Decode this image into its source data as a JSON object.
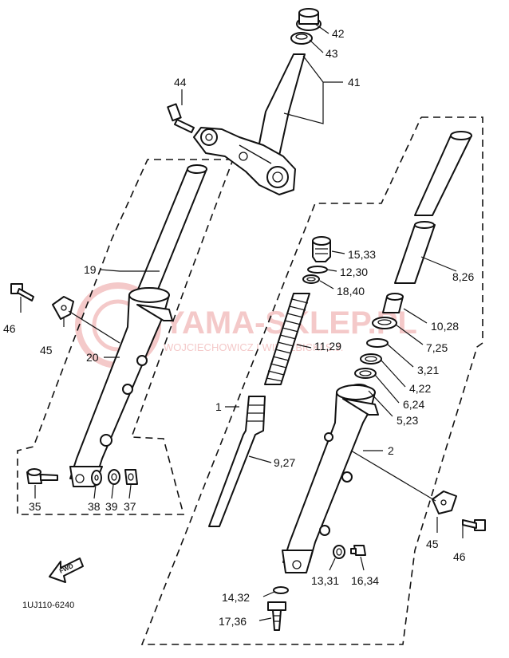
{
  "watermark": {
    "brand": "YAMA-SKLEP.PL",
    "sub": "WOJCIECHOWICZ I WIERZBICKI S.J."
  },
  "diagram_code": "1UJ110-6240",
  "fwd_label": "FWD",
  "callouts": {
    "c42": "42",
    "c43": "43",
    "c41": "41",
    "c44": "44",
    "c19": "19",
    "c20": "20",
    "c45L": "45",
    "c46L": "46",
    "c35": "35",
    "c38": "38",
    "c39": "39",
    "c37": "37",
    "c15": "15,33",
    "c12": "12,30",
    "c18": "18,40",
    "c11": "11,29",
    "c1": "1",
    "c9": "9,27",
    "c8": "8,26",
    "c10": "10,28",
    "c7": "7,25",
    "c3": "3,21",
    "c4": "4,22",
    "c6": "6,24",
    "c5": "5,23",
    "c2": "2",
    "c45R": "45",
    "c46R": "46",
    "c13": "13,31",
    "c16": "16,34",
    "c14": "14,32",
    "c17": "17,36"
  }
}
